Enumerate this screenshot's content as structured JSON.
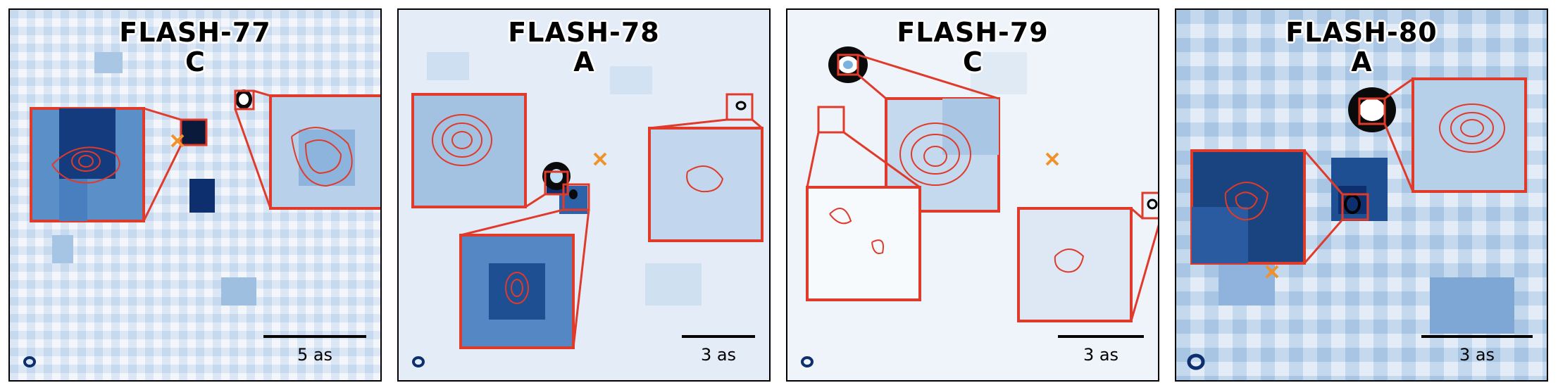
{
  "panels": [
    {
      "name": "FLASH-77",
      "grade": "C",
      "scale_label": "5 as"
    },
    {
      "name": "FLASH-78",
      "grade": "A",
      "scale_label": "3 as"
    },
    {
      "name": "FLASH-79",
      "grade": "C",
      "scale_label": "3 as"
    },
    {
      "name": "FLASH-80",
      "grade": "A",
      "scale_label": "3 as"
    }
  ],
  "colors": {
    "inset_border": "#e03a2b",
    "marker": "#f0922b",
    "contour": "#e03a2b",
    "dark": "#0d2f6e"
  }
}
